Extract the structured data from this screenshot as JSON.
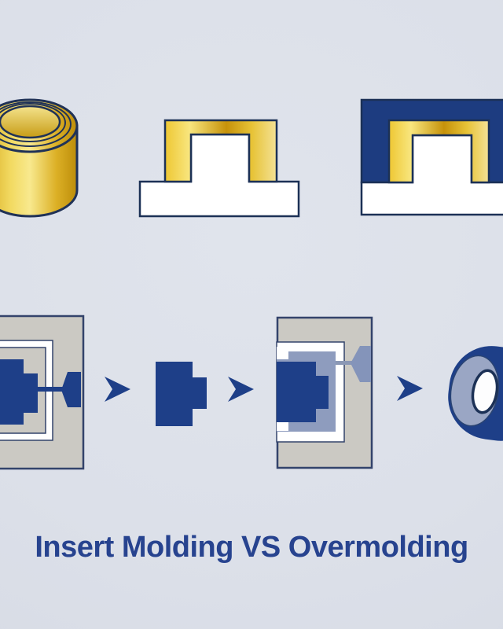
{
  "title": {
    "text": "Insert Molding VS Overmolding",
    "color": "#27438f"
  },
  "colors": {
    "background": "#dce0e9",
    "navy_part": "#1e3f88",
    "navy_block": "#1d3c80",
    "dark_outline": "#1c3156",
    "mold_outline": "#33436b",
    "mold_gray": "#cbc9c3",
    "overmold_slate": "#8e9cbe",
    "slate_rim": "#9aa6c4",
    "gold_bright": "#f8e67e",
    "gold_mid": "#e3b822",
    "gold_dark": "#c6920a",
    "white": "#ffffff"
  },
  "figures": {
    "top_row": [
      {
        "name": "brass-threaded-insert"
      },
      {
        "name": "insert-molding-cross-section"
      },
      {
        "name": "overmolding-cross-section"
      }
    ],
    "process_row": [
      {
        "name": "mold-with-insert-first-shot"
      },
      {
        "name": "arrow-right"
      },
      {
        "name": "molded-insert-part"
      },
      {
        "name": "arrow-right"
      },
      {
        "name": "mold-second-shot-overmold"
      },
      {
        "name": "arrow-right"
      },
      {
        "name": "finished-overmolded-part"
      }
    ]
  }
}
